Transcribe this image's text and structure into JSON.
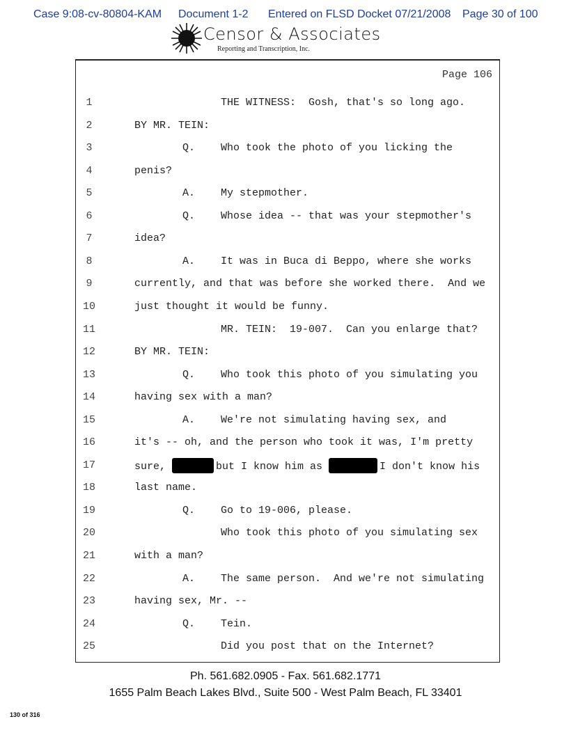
{
  "stamp": {
    "case": "Case 9:08-cv-80804-KAM",
    "document": "Document 1-2",
    "entered": "Entered on FLSD Docket 07/21/2008",
    "page": "Page 30 of 100"
  },
  "logo": {
    "name": "Censor & Associates",
    "subtitle": "Reporting and Transcription, Inc."
  },
  "transcript": {
    "page_label": "Page 106",
    "lines": [
      {
        "num": "1",
        "marker": "",
        "indent": true,
        "text": "THE WITNESS:  Gosh, that's so long ago."
      },
      {
        "num": "2",
        "marker": "",
        "indent": false,
        "text": "BY MR. TEIN:"
      },
      {
        "num": "3",
        "marker": "Q.",
        "indent": true,
        "text": "Who took the photo of you licking the"
      },
      {
        "num": "4",
        "marker": "",
        "indent": false,
        "text": "penis?"
      },
      {
        "num": "5",
        "marker": "A.",
        "indent": true,
        "text": "My stepmother."
      },
      {
        "num": "6",
        "marker": "Q.",
        "indent": true,
        "text": "Whose idea -- that was your stepmother's"
      },
      {
        "num": "7",
        "marker": "",
        "indent": false,
        "text": "idea?"
      },
      {
        "num": "8",
        "marker": "A.",
        "indent": true,
        "text": "It was in Buca di Beppo, where she works"
      },
      {
        "num": "9",
        "marker": "",
        "indent": false,
        "text": "currently, and that was before she worked there.  And we"
      },
      {
        "num": "10",
        "marker": "",
        "indent": false,
        "text": "just thought it would be funny."
      },
      {
        "num": "11",
        "marker": "",
        "indent": true,
        "text": "MR. TEIN:  19-007.  Can you enlarge that?"
      },
      {
        "num": "12",
        "marker": "",
        "indent": false,
        "text": "BY MR. TEIN:"
      },
      {
        "num": "13",
        "marker": "Q.",
        "indent": true,
        "text": "Who took this photo of you simulating you"
      },
      {
        "num": "14",
        "marker": "",
        "indent": false,
        "text": "having sex with a man?"
      },
      {
        "num": "15",
        "marker": "A.",
        "indent": true,
        "text": "We're not simulating having sex, and"
      },
      {
        "num": "16",
        "marker": "",
        "indent": false,
        "text": "it's -- oh, and the person who took it was, I'm pretty"
      },
      {
        "num": "17",
        "marker": "",
        "indent": false,
        "text": "",
        "segments": [
          "sure, ",
          "but I know him as ",
          "I don't know his"
        ]
      },
      {
        "num": "18",
        "marker": "",
        "indent": false,
        "text": "last name."
      },
      {
        "num": "19",
        "marker": "Q.",
        "indent": true,
        "text": "Go to 19-006, please."
      },
      {
        "num": "20",
        "marker": "",
        "indent": true,
        "text": "Who took this photo of you simulating sex"
      },
      {
        "num": "21",
        "marker": "",
        "indent": false,
        "text": "with a man?"
      },
      {
        "num": "22",
        "marker": "A.",
        "indent": true,
        "text": "The same person.  And we're not simulating"
      },
      {
        "num": "23",
        "marker": "",
        "indent": false,
        "text": "having sex, Mr. --"
      },
      {
        "num": "24",
        "marker": "Q.",
        "indent": true,
        "text": "Tein."
      },
      {
        "num": "25",
        "marker": "",
        "indent": true,
        "text": "Did you post that on the Internet?"
      }
    ]
  },
  "footer": {
    "phone": "Ph. 561.682.0905 - Fax. 561.682.1771",
    "address": "1655 Palm Beach Lakes Blvd., Suite 500 - West Palm Beach, FL 33401"
  },
  "page_count": "130 of 316"
}
